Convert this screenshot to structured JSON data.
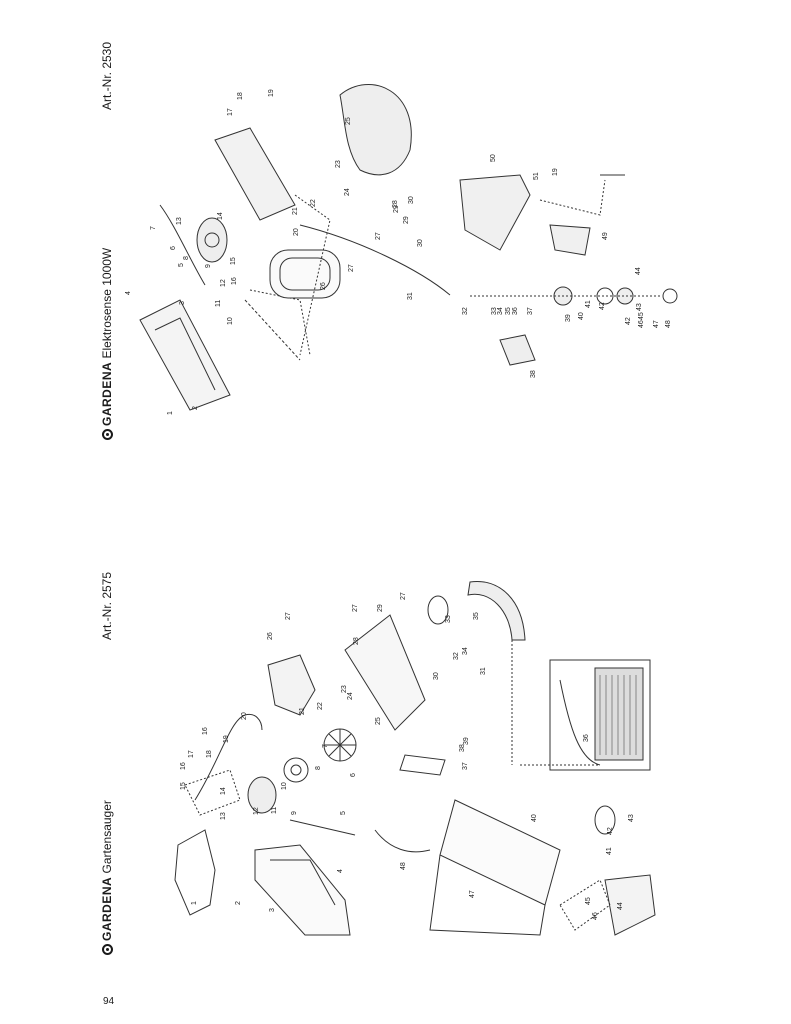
{
  "page_number": "94",
  "left_panel": {
    "brand": "GARDENA",
    "product": "Gartensauger",
    "art_nr": "Art.-Nr. 2575"
  },
  "right_panel": {
    "brand": "GARDENA",
    "product": "Elektrosense 1000W",
    "art_nr": "Art.-Nr. 2530"
  },
  "left_labels": [
    "1",
    "2",
    "3",
    "4",
    "5",
    "6",
    "7",
    "8",
    "9",
    "10",
    "11",
    "12",
    "13",
    "14",
    "15",
    "16",
    "16",
    "17",
    "18",
    "19",
    "20",
    "21",
    "22",
    "23",
    "24",
    "25",
    "26",
    "27",
    "27",
    "27",
    "28",
    "29",
    "30",
    "31",
    "32",
    "33",
    "34",
    "35",
    "36",
    "37",
    "38",
    "39",
    "40",
    "41",
    "42",
    "43",
    "44",
    "45",
    "46",
    "47",
    "48"
  ],
  "right_labels": [
    "1",
    "2",
    "3",
    "4",
    "5",
    "6",
    "7",
    "8",
    "9",
    "10",
    "11",
    "12",
    "13",
    "14",
    "15",
    "16",
    "17",
    "18",
    "19",
    "20",
    "21",
    "22",
    "23",
    "24",
    "25",
    "26",
    "27",
    "27",
    "28",
    "29",
    "29",
    "30",
    "30",
    "31",
    "32",
    "33",
    "34",
    "35",
    "36",
    "37",
    "38",
    "39",
    "40",
    "41",
    "42",
    "42",
    "43",
    "44",
    "45",
    "46",
    "47",
    "48",
    "49",
    "50",
    "51",
    "19"
  ]
}
